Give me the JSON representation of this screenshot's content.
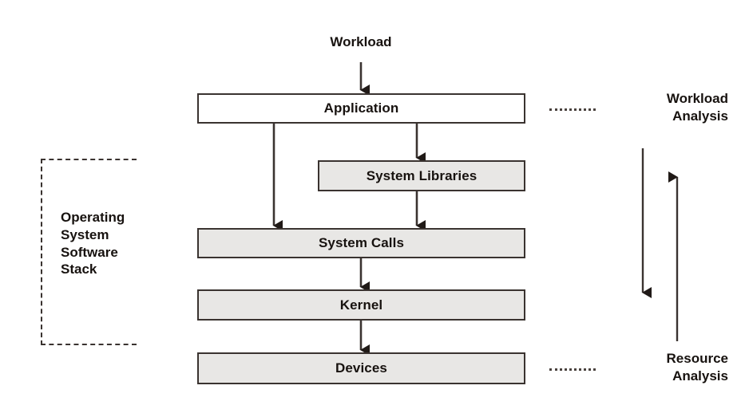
{
  "diagram": {
    "title": "Operating System Software Stack analysis diagram",
    "background_color": "#ffffff",
    "box_border_color": "#3a3330",
    "box_fill_gray": "#e8e7e5",
    "box_fill_white": "#ffffff",
    "text_color": "#17120f",
    "arrow_color": "#3a3330"
  },
  "top_label": {
    "text": "Workload"
  },
  "stack": {
    "boxes": [
      {
        "id": "application",
        "label": "Application",
        "fill": "white"
      },
      {
        "id": "system-libraries",
        "label": "System Libraries",
        "fill": "gray"
      },
      {
        "id": "system-calls",
        "label": "System Calls",
        "fill": "gray"
      },
      {
        "id": "kernel",
        "label": "Kernel",
        "fill": "gray"
      },
      {
        "id": "devices",
        "label": "Devices",
        "fill": "gray"
      }
    ]
  },
  "os_stack_group": {
    "label": "Operating\nSystem\nSoftware\nStack"
  },
  "annotations": {
    "workload_analysis": "Workload\nAnalysis",
    "resource_analysis": "Resource\nAnalysis"
  },
  "flow_arrows": [
    {
      "from": "workload",
      "to": "application"
    },
    {
      "from": "application",
      "to": "system-libraries"
    },
    {
      "from": "application",
      "to": "system-calls"
    },
    {
      "from": "system-libraries",
      "to": "system-calls"
    },
    {
      "from": "system-calls",
      "to": "kernel"
    },
    {
      "from": "kernel",
      "to": "devices"
    }
  ],
  "scope_arrows": [
    {
      "id": "workload-analysis-scope",
      "direction": "down",
      "label": "Workload Analysis"
    },
    {
      "id": "resource-analysis-scope",
      "direction": "up",
      "label": "Resource Analysis"
    }
  ]
}
